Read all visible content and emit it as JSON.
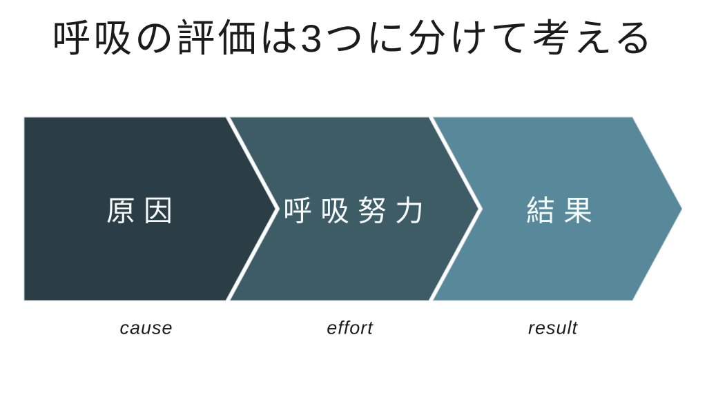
{
  "slide": {
    "title": "呼吸の評価は3つに分けて考える",
    "background_color": "#ffffff",
    "title_color": "#1b1b1b",
    "divider_color": "#ffffff",
    "shape_outline_color": "#c2ced2",
    "label_text_color_on_arrow": "#f7fafa"
  },
  "process_arrows": [
    {
      "label_jp": "原因",
      "label_en": "cause",
      "color": "#2b3e45"
    },
    {
      "label_jp": "呼吸努力",
      "label_en": "effort",
      "color": "#3d5c66"
    },
    {
      "label_jp": "結果",
      "label_en": "result",
      "color": "#57899a"
    }
  ]
}
